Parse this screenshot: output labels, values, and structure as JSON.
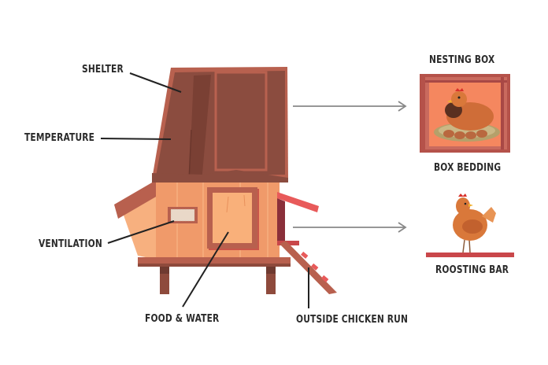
{
  "diagram": {
    "type": "labeled-illustration",
    "subject": "chicken coop",
    "labels": {
      "shelter": "SHELTER",
      "temperature": "TEMPERATURE",
      "ventilation": "VENTILATION",
      "food_water": "FOOD & WATER",
      "outside_run": "OUTSIDE CHICKEN RUN",
      "nesting_box": "NESTING BOX",
      "box_bedding": "BOX BEDDING",
      "roosting_bar": "ROOSTING BAR"
    },
    "colors": {
      "roof": "#8b4c3f",
      "roof_edge": "#b8614f",
      "wall": "#f09a6a",
      "wall_light": "#f7b07f",
      "trim": "#b8604e",
      "legs": "#8e4a3c",
      "accent_red": "#e85a5a",
      "leader_line": "#222222",
      "arrow": "#888888",
      "nest_bg": "#f5875f",
      "nest_frame": "#b5524a",
      "roost_bar": "#c9474a",
      "hen": "#d9783a"
    }
  }
}
